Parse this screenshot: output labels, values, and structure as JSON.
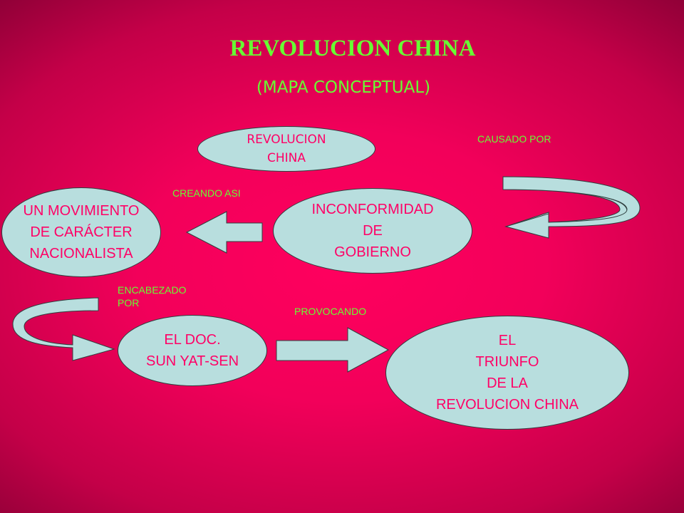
{
  "title": "REVOLUCION CHINA",
  "subtitle": "(MAPA CONCEPTUAL)",
  "nodes": {
    "revolucion": "REVOLUCION\nCHINA",
    "movimiento": "UN MOVIMIENTO\nDE CARÁCTER\nNACIONALISTA",
    "inconformidad": "INCONFORMIDAD\nDE\nGOBIERNO",
    "sun": "EL DOC.\nSUN YAT-SEN",
    "triunfo": "EL\nTRIUNFO\nDE LA\nREVOLUCION CHINA"
  },
  "labels": {
    "causado": "CAUSADO POR",
    "creando": "CREANDO ASI",
    "encabezado": "ENCABEZADO\nPOR",
    "provocando": "PROVOCANDO"
  },
  "colors": {
    "title": "#66ff33",
    "node_fill": "#b8dede",
    "node_text": "#ff0066",
    "arrow_fill": "#b8dede"
  }
}
